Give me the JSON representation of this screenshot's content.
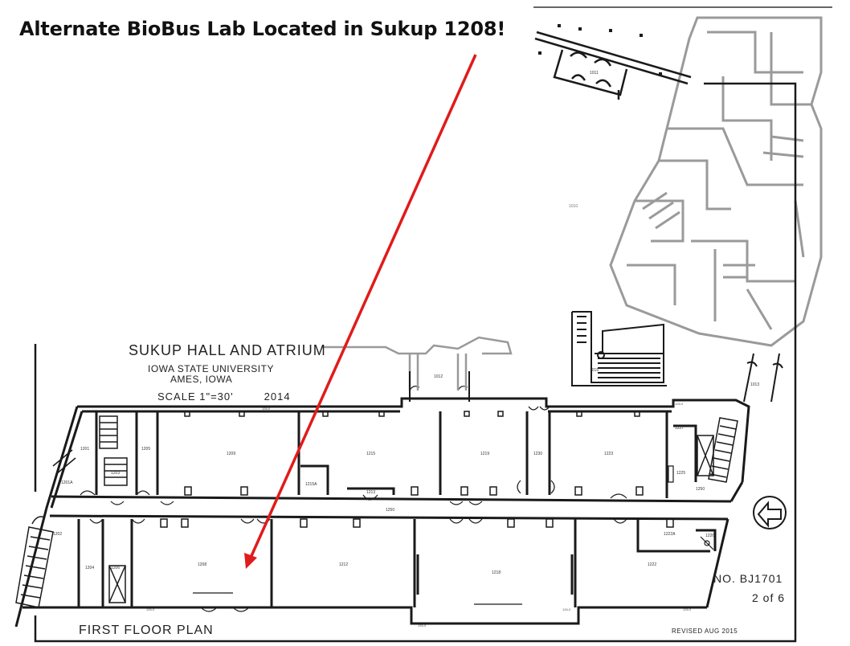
{
  "annotation": {
    "heading": "Alternate BioBus Lab Located in Sukup 1208!",
    "arrow_color": "#e01b1b"
  },
  "title_block": {
    "building": "SUKUP HALL AND ATRIUM",
    "university": "IOWA STATE UNIVERSITY",
    "city": "AMES, IOWA",
    "scale": "SCALE 1\"=30'",
    "year": "2014",
    "floor": "FIRST FLOOR PLAN",
    "drawing_no": "NO.   BJ1701",
    "sheet": "2 of 6",
    "revised": "REVISED   AUG 2015"
  },
  "rooms": {
    "r1201": "1201",
    "r1201a": "1201A",
    "r1203": "1203",
    "r1205": "1205",
    "r1209": "1209",
    "r1215": "1215",
    "r1215a": "1215A",
    "r1213": "1213",
    "r1219": "1219",
    "r1230": "1230",
    "r1223": "1223",
    "r1225": "1225",
    "r1227": "1227",
    "r1250": "1250",
    "r1250b": "1250",
    "r1202": "1202",
    "r1204": "1204",
    "r1206": "1206",
    "r1208": "1208",
    "r1212": "1212",
    "r1218": "1218",
    "r1222": "1222",
    "r1222a": "1222A",
    "r1226": "1226",
    "r1012": "1012",
    "r1010": "1010",
    "r1011": "1011",
    "r1013": "1013",
    "r1015": "1015"
  },
  "colors": {
    "wall": "#1a1a1a",
    "existing": "#9a9a9a",
    "arrow": "#e01b1b"
  }
}
